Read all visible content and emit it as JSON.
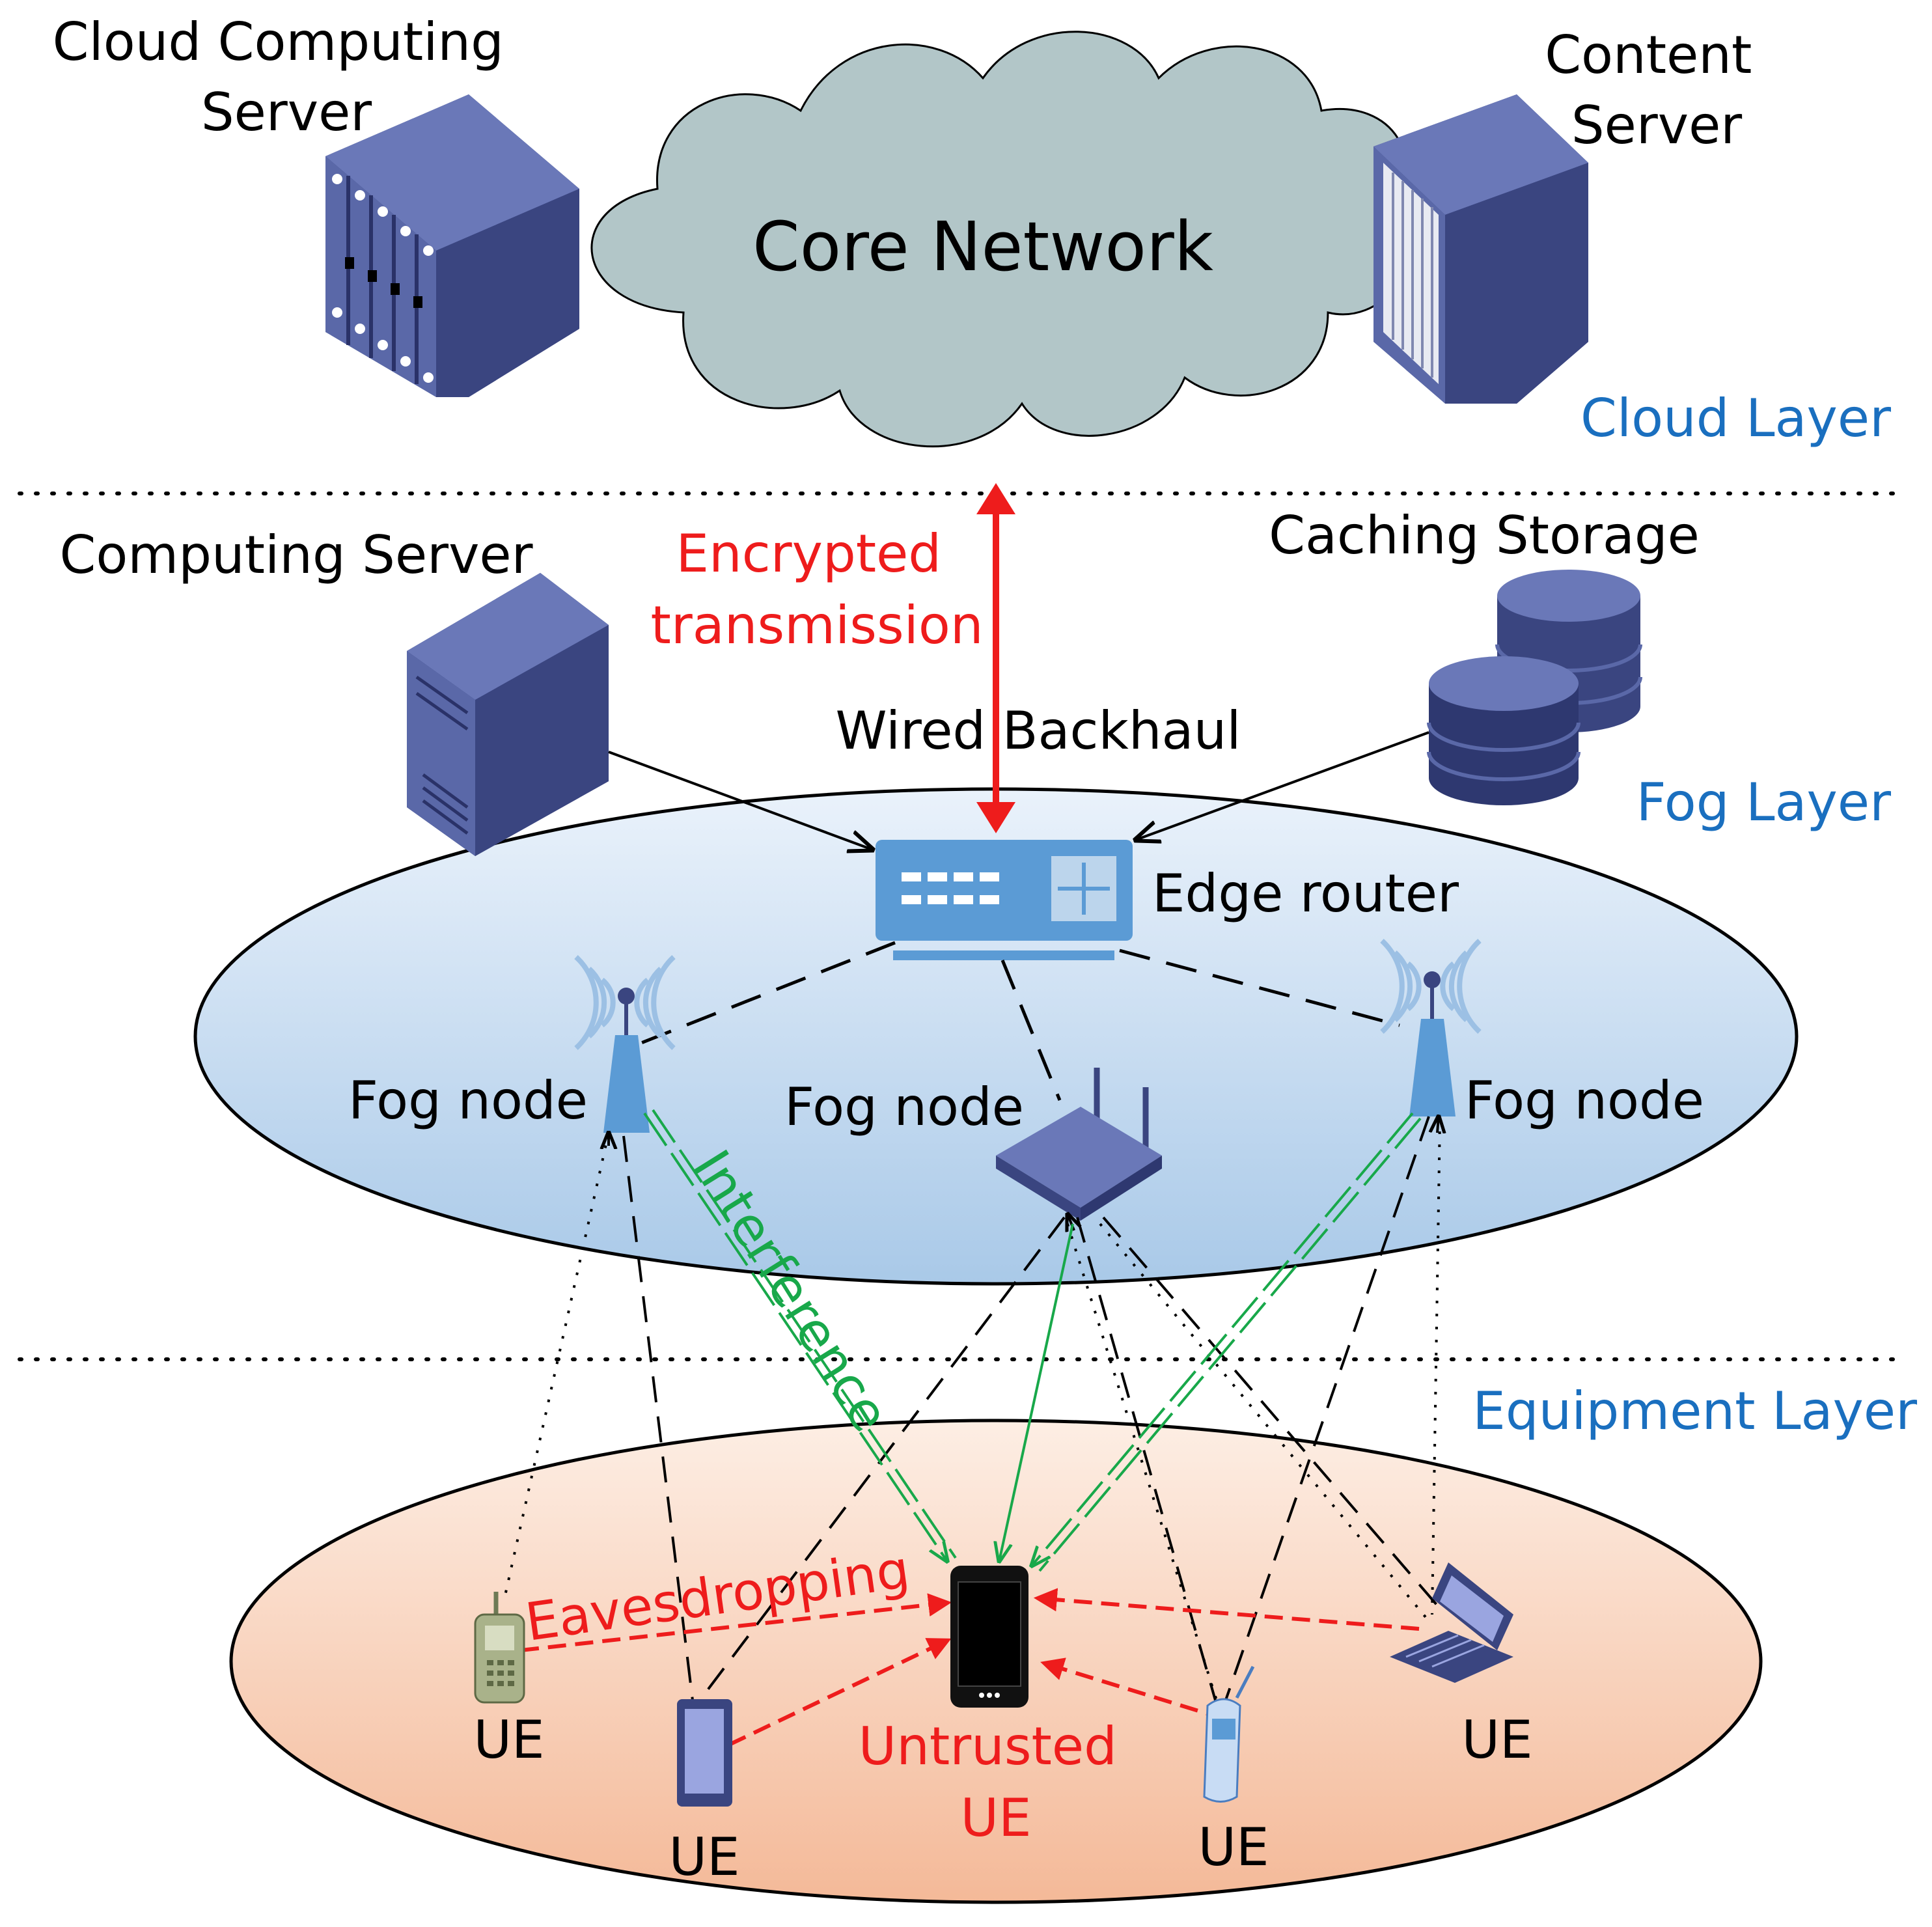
{
  "labels": {
    "cloud_server": [
      "Cloud Computing",
      "Server"
    ],
    "content_server": [
      "Content",
      "Server"
    ],
    "core_network": "Core Network",
    "cloud_layer": "Cloud Layer",
    "computing_server": "Computing Server",
    "caching_storage": "Caching Storage",
    "encrypted": [
      "Encrypted",
      "transmission"
    ],
    "wired_backhaul": "Wired Backhaul",
    "fog_layer": "Fog Layer",
    "edge_router": "Edge router",
    "fog_node_left": "Fog node",
    "fog_node_mid": "Fog node",
    "fog_node_right": "Fog node",
    "interference": "Interference",
    "equipment_layer": "Equipment Layer",
    "eavesdropping": "Eavesdropping",
    "untrusted_ue": [
      "Untrusted",
      "UE"
    ],
    "ue_1": "UE",
    "ue_2": "UE",
    "ue_3": "UE",
    "ue_4": "UE"
  },
  "colors": {
    "server": "#5a68a8",
    "server_dark": "#3a4580",
    "cloud": "#b2c6c8",
    "router": "#5b9bd5",
    "fog_ellipse": "#a9c9e8",
    "equipment_ellipse": "#f4b998",
    "layer_label": "#1a6fbf",
    "attack": "#ee1c1c",
    "interference": "#18a84a"
  },
  "icons": [
    "rack-server-icon",
    "blade-server-icon",
    "cloud-icon",
    "tower-server-icon",
    "database-icon",
    "router-icon",
    "antenna-tower-icon",
    "wifi-router-icon",
    "phone-icon",
    "tablet-icon",
    "smartphone-icon",
    "laptop-icon"
  ]
}
